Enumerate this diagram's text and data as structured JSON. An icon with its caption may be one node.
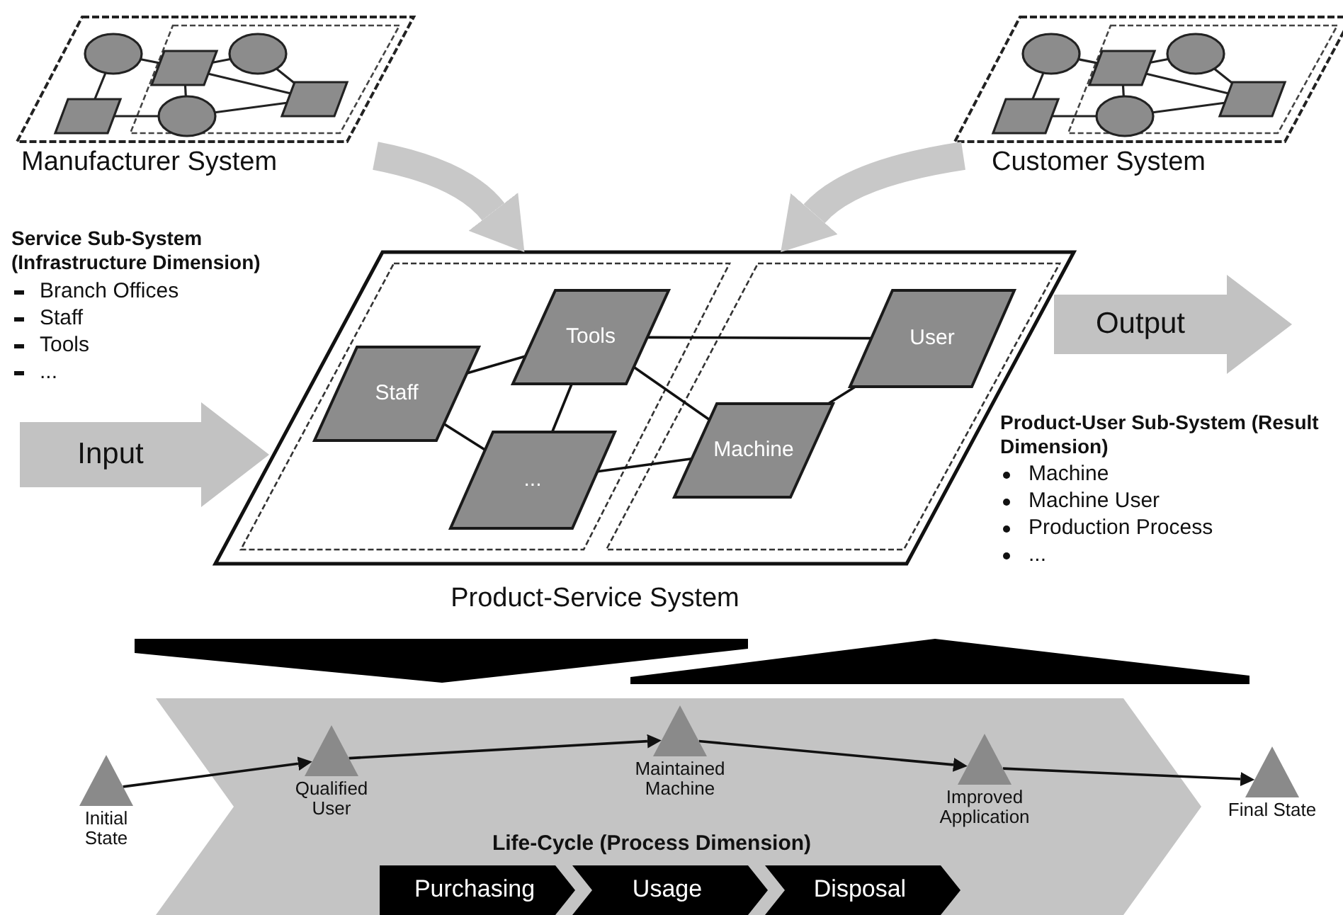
{
  "diagram": {
    "nodes": [
      {
        "text": [
          "Manufacturer System"
        ]
      },
      {
        "text": [
          "Customer System"
        ]
      },
      {
        "text": [
          "Product-Service System"
        ]
      },
      {
        "text": [
          "Tools"
        ],
        "in": 2
      },
      {
        "text": [
          "User"
        ],
        "in": 2
      },
      {
        "text": [
          "Staff"
        ],
        "in": 2
      },
      {
        "text": [
          "Machine"
        ],
        "in": 2
      },
      {
        "text": [
          "..."
        ],
        "in": 2
      },
      {
        "text": [
          "Input"
        ]
      },
      {
        "text": [
          "Output"
        ]
      },
      {
        "text": [
          "Life-Cycle (Process Dimension)"
        ]
      },
      {
        "text": [
          "Initial State"
        ]
      },
      {
        "text": [
          "Qualified User"
        ],
        "in": 10
      },
      {
        "text": [
          "Maintained Machine"
        ],
        "in": 10
      },
      {
        "text": [
          "Improved Application"
        ],
        "in": 10
      },
      {
        "text": [
          "Final State"
        ]
      },
      {
        "text": [
          "Purchasing"
        ],
        "in": 10
      },
      {
        "text": [
          "Usage"
        ],
        "in": 10
      },
      {
        "text": [
          "Disposal"
        ],
        "in": 10
      }
    ],
    "edges": [
      {
        "from": 0,
        "to": 2,
        "arrow": "to",
        "style": "thick",
        "color": "#c8c8c8"
      },
      {
        "from": 1,
        "to": 2,
        "arrow": "to",
        "style": "thick",
        "color": "#c8c8c8"
      },
      {
        "from": 5,
        "to": 3,
        "arrow": "none"
      },
      {
        "from": 5,
        "to": 7,
        "arrow": "none"
      },
      {
        "from": 3,
        "to": 7,
        "arrow": "none"
      },
      {
        "from": 3,
        "to": 4,
        "arrow": "none"
      },
      {
        "from": 3,
        "to": 6,
        "arrow": "none"
      },
      {
        "from": 7,
        "to": 6,
        "arrow": "none"
      },
      {
        "from": 6,
        "to": 4,
        "arrow": "none"
      },
      {
        "from": 11,
        "to": 12,
        "arrow": "to"
      },
      {
        "from": 12,
        "to": 13,
        "arrow": "to"
      },
      {
        "from": 13,
        "to": 14,
        "arrow": "to"
      },
      {
        "from": 14,
        "to": 15,
        "arrow": "to"
      }
    ],
    "labels": [
      "Service Sub-System (Infrastructure Dimension)",
      "Branch Offices",
      "Staff",
      "Tools",
      "...",
      "Product-User Sub-System (Result Dimension)",
      "Machine",
      "Machine User",
      "Production Process",
      "..."
    ]
  }
}
